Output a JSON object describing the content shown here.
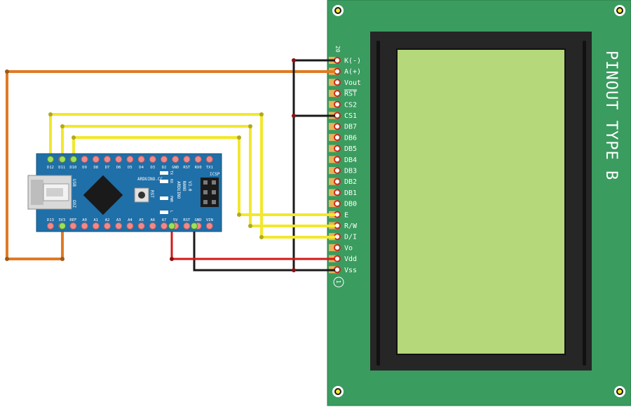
{
  "lcd": {
    "title": "PINOUT TYPE B",
    "pin_top_number": "20",
    "pin_bottom_number": "1",
    "pins": [
      {
        "label": "K(-)",
        "overline": false
      },
      {
        "label": "A(+)",
        "overline": false
      },
      {
        "label": "Vout",
        "overline": false
      },
      {
        "label": "RST",
        "overline": true
      },
      {
        "label": "CS2",
        "overline": false
      },
      {
        "label": "CS1",
        "overline": false
      },
      {
        "label": "DB7",
        "overline": false
      },
      {
        "label": "DB6",
        "overline": false
      },
      {
        "label": "DB5",
        "overline": false
      },
      {
        "label": "DB4",
        "overline": false
      },
      {
        "label": "DB3",
        "overline": false
      },
      {
        "label": "DB2",
        "overline": false
      },
      {
        "label": "DB1",
        "overline": false
      },
      {
        "label": "DB0",
        "overline": false
      },
      {
        "label": "E",
        "overline": false
      },
      {
        "label": "R/W",
        "overline": false
      },
      {
        "label": "D/I",
        "overline": false
      },
      {
        "label": "Vo",
        "overline": false
      },
      {
        "label": "Vdd",
        "overline": false
      },
      {
        "label": "Vss",
        "overline": false
      }
    ],
    "colors": {
      "board": "#3a9c5f",
      "bezel": "#262626",
      "screen": "#b5d87a"
    }
  },
  "arduino": {
    "brand": "ARDUINO.CC",
    "model": "ARDUINO",
    "name": "NANO",
    "version": "V3.0",
    "usb_label": "USB",
    "icsp_label": "ICSP",
    "rst_label": "RST",
    "top_pins": [
      "D12",
      "D11",
      "D10",
      "D9",
      "D8",
      "D7",
      "D6",
      "D5",
      "D4",
      "D3",
      "D2",
      "GND",
      "RST",
      "RX0",
      "TX1"
    ],
    "bottom_pins": [
      "D13",
      "3V3",
      "REF",
      "A0",
      "A1",
      "A2",
      "A3",
      "A4",
      "A5",
      "A6",
      "A7",
      "5V",
      "RST",
      "GND",
      "VIN"
    ],
    "led_labels": [
      "TX",
      "RX",
      "PWR",
      "L"
    ],
    "board_color": "#1f6fa8"
  },
  "wires": {
    "colors": {
      "orange": "#e07a22",
      "yellow": "#f2e82c",
      "red": "#d11a1a",
      "black": "#1a1a1a"
    }
  }
}
